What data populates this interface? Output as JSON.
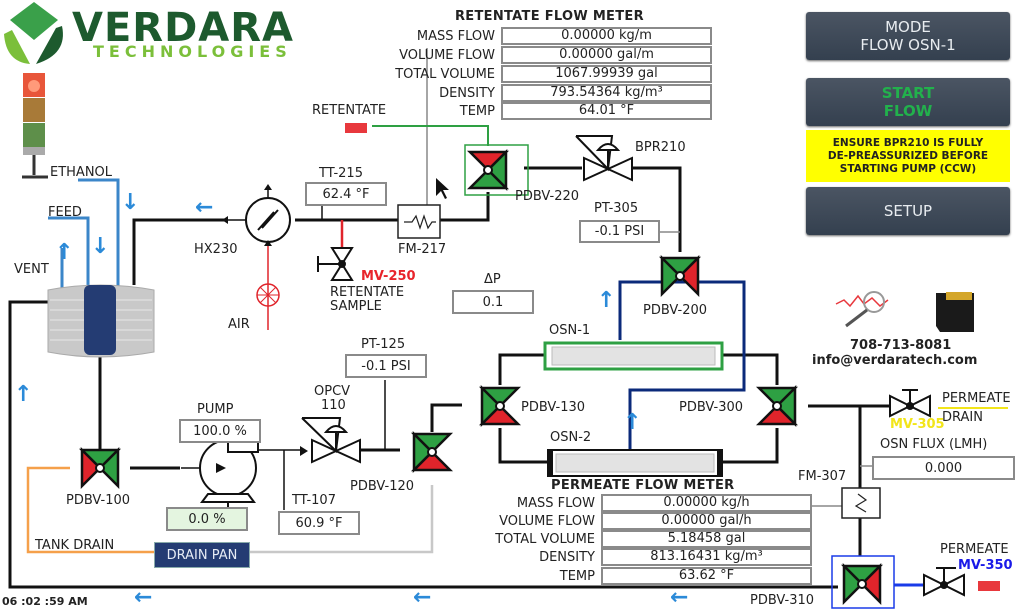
{
  "brand": {
    "name": "VERDARA",
    "subtitle": "TECHNOLOGIES"
  },
  "retentate_meter": {
    "title": "RETENTATE FLOW METER",
    "rows": [
      {
        "label": "MASS FLOW",
        "value": "0.00000 kg/m"
      },
      {
        "label": "VOLUME FLOW",
        "value": "0.00000 gal/m"
      },
      {
        "label": "TOTAL VOLUME",
        "value": "1067.99939 gal"
      },
      {
        "label": "DENSITY",
        "value": "793.54364 kg/m³"
      },
      {
        "label": "TEMP",
        "value": "64.01 °F"
      }
    ]
  },
  "permeate_meter": {
    "title": "PERMEATE FLOW METER",
    "rows": [
      {
        "label": "MASS FLOW",
        "value": "0.00000 kg/h"
      },
      {
        "label": "VOLUME FLOW",
        "value": "0.00000 gal/h"
      },
      {
        "label": "TOTAL VOLUME",
        "value": "5.18458 gal"
      },
      {
        "label": "DENSITY",
        "value": "813.16431 kg/m³"
      },
      {
        "label": "TEMP",
        "value": "63.62 °F"
      }
    ]
  },
  "buttons": {
    "mode_line1": "MODE",
    "mode_line2": "FLOW OSN-1",
    "start_line1": "START",
    "start_line2": "FLOW",
    "setup": "SETUP"
  },
  "warning": {
    "line1": "ENSURE BPR210 IS FULLY",
    "line2": "DE-PREASSURIZED BEFORE",
    "line3": "STARTING PUMP (CCW)"
  },
  "contact": {
    "phone": "708-713-8081",
    "email": "info@verdaratech.com"
  },
  "labels": {
    "ethanol": "ETHANOL",
    "feed": "FEED",
    "vent": "VENT",
    "retentate": "RETENTATE",
    "tt215": "TT-215",
    "hx230": "HX230",
    "air": "AIR",
    "fm217": "FM-217",
    "mv250": "MV-250",
    "retentate_sample_1": "RETENTATE",
    "retentate_sample_2": "SAMPLE",
    "pdbv220": "PDBV-220",
    "bpr210": "BPR210",
    "pt305": "PT-305",
    "delta_p": "ΔP",
    "pdbv200": "PDBV-200",
    "osn1": "OSN-1",
    "osn2": "OSN-2",
    "pt125": "PT-125",
    "opcv_1": "OPCV",
    "opcv_2": "110",
    "pump": "PUMP",
    "pdbv100": "PDBV-100",
    "pdbv120": "PDBV-120",
    "pdbv130": "PDBV-130",
    "pdbv300": "PDBV-300",
    "tt107": "TT-107",
    "tank_drain": "TANK DRAIN",
    "drain_pan": "DRAIN PAN",
    "permeate_drain_1": "PERMEATE",
    "permeate_drain_2": "DRAIN",
    "mv305": "MV-305",
    "osn_flux": "OSN FLUX (LMH)",
    "fm307": "FM-307",
    "pdbv310": "PDBV-310",
    "permeate": "PERMEATE",
    "mv350": "MV-350"
  },
  "values": {
    "tt215": "62.4 °F",
    "pt305": "-0.1 PSI",
    "delta_p": "0.1",
    "pt125": "-0.1 PSI",
    "pump_speed": "100.0 %",
    "pump_output": "0.0 %",
    "tt107": "60.9 °F",
    "osn_flux": "0.000"
  },
  "clock": "06 :02 :59 AM",
  "colors": {
    "valve_open": "#2ea043",
    "valve_closed": "#e0242b",
    "flow_arrow": "#2b8ad8",
    "button_bg": "#3e4a59",
    "start_text": "#22b14c",
    "warning_bg": "#ffff00",
    "mv250": "#e8242b",
    "mv305": "#f2e51a",
    "mv350": "#1a1ae8"
  }
}
